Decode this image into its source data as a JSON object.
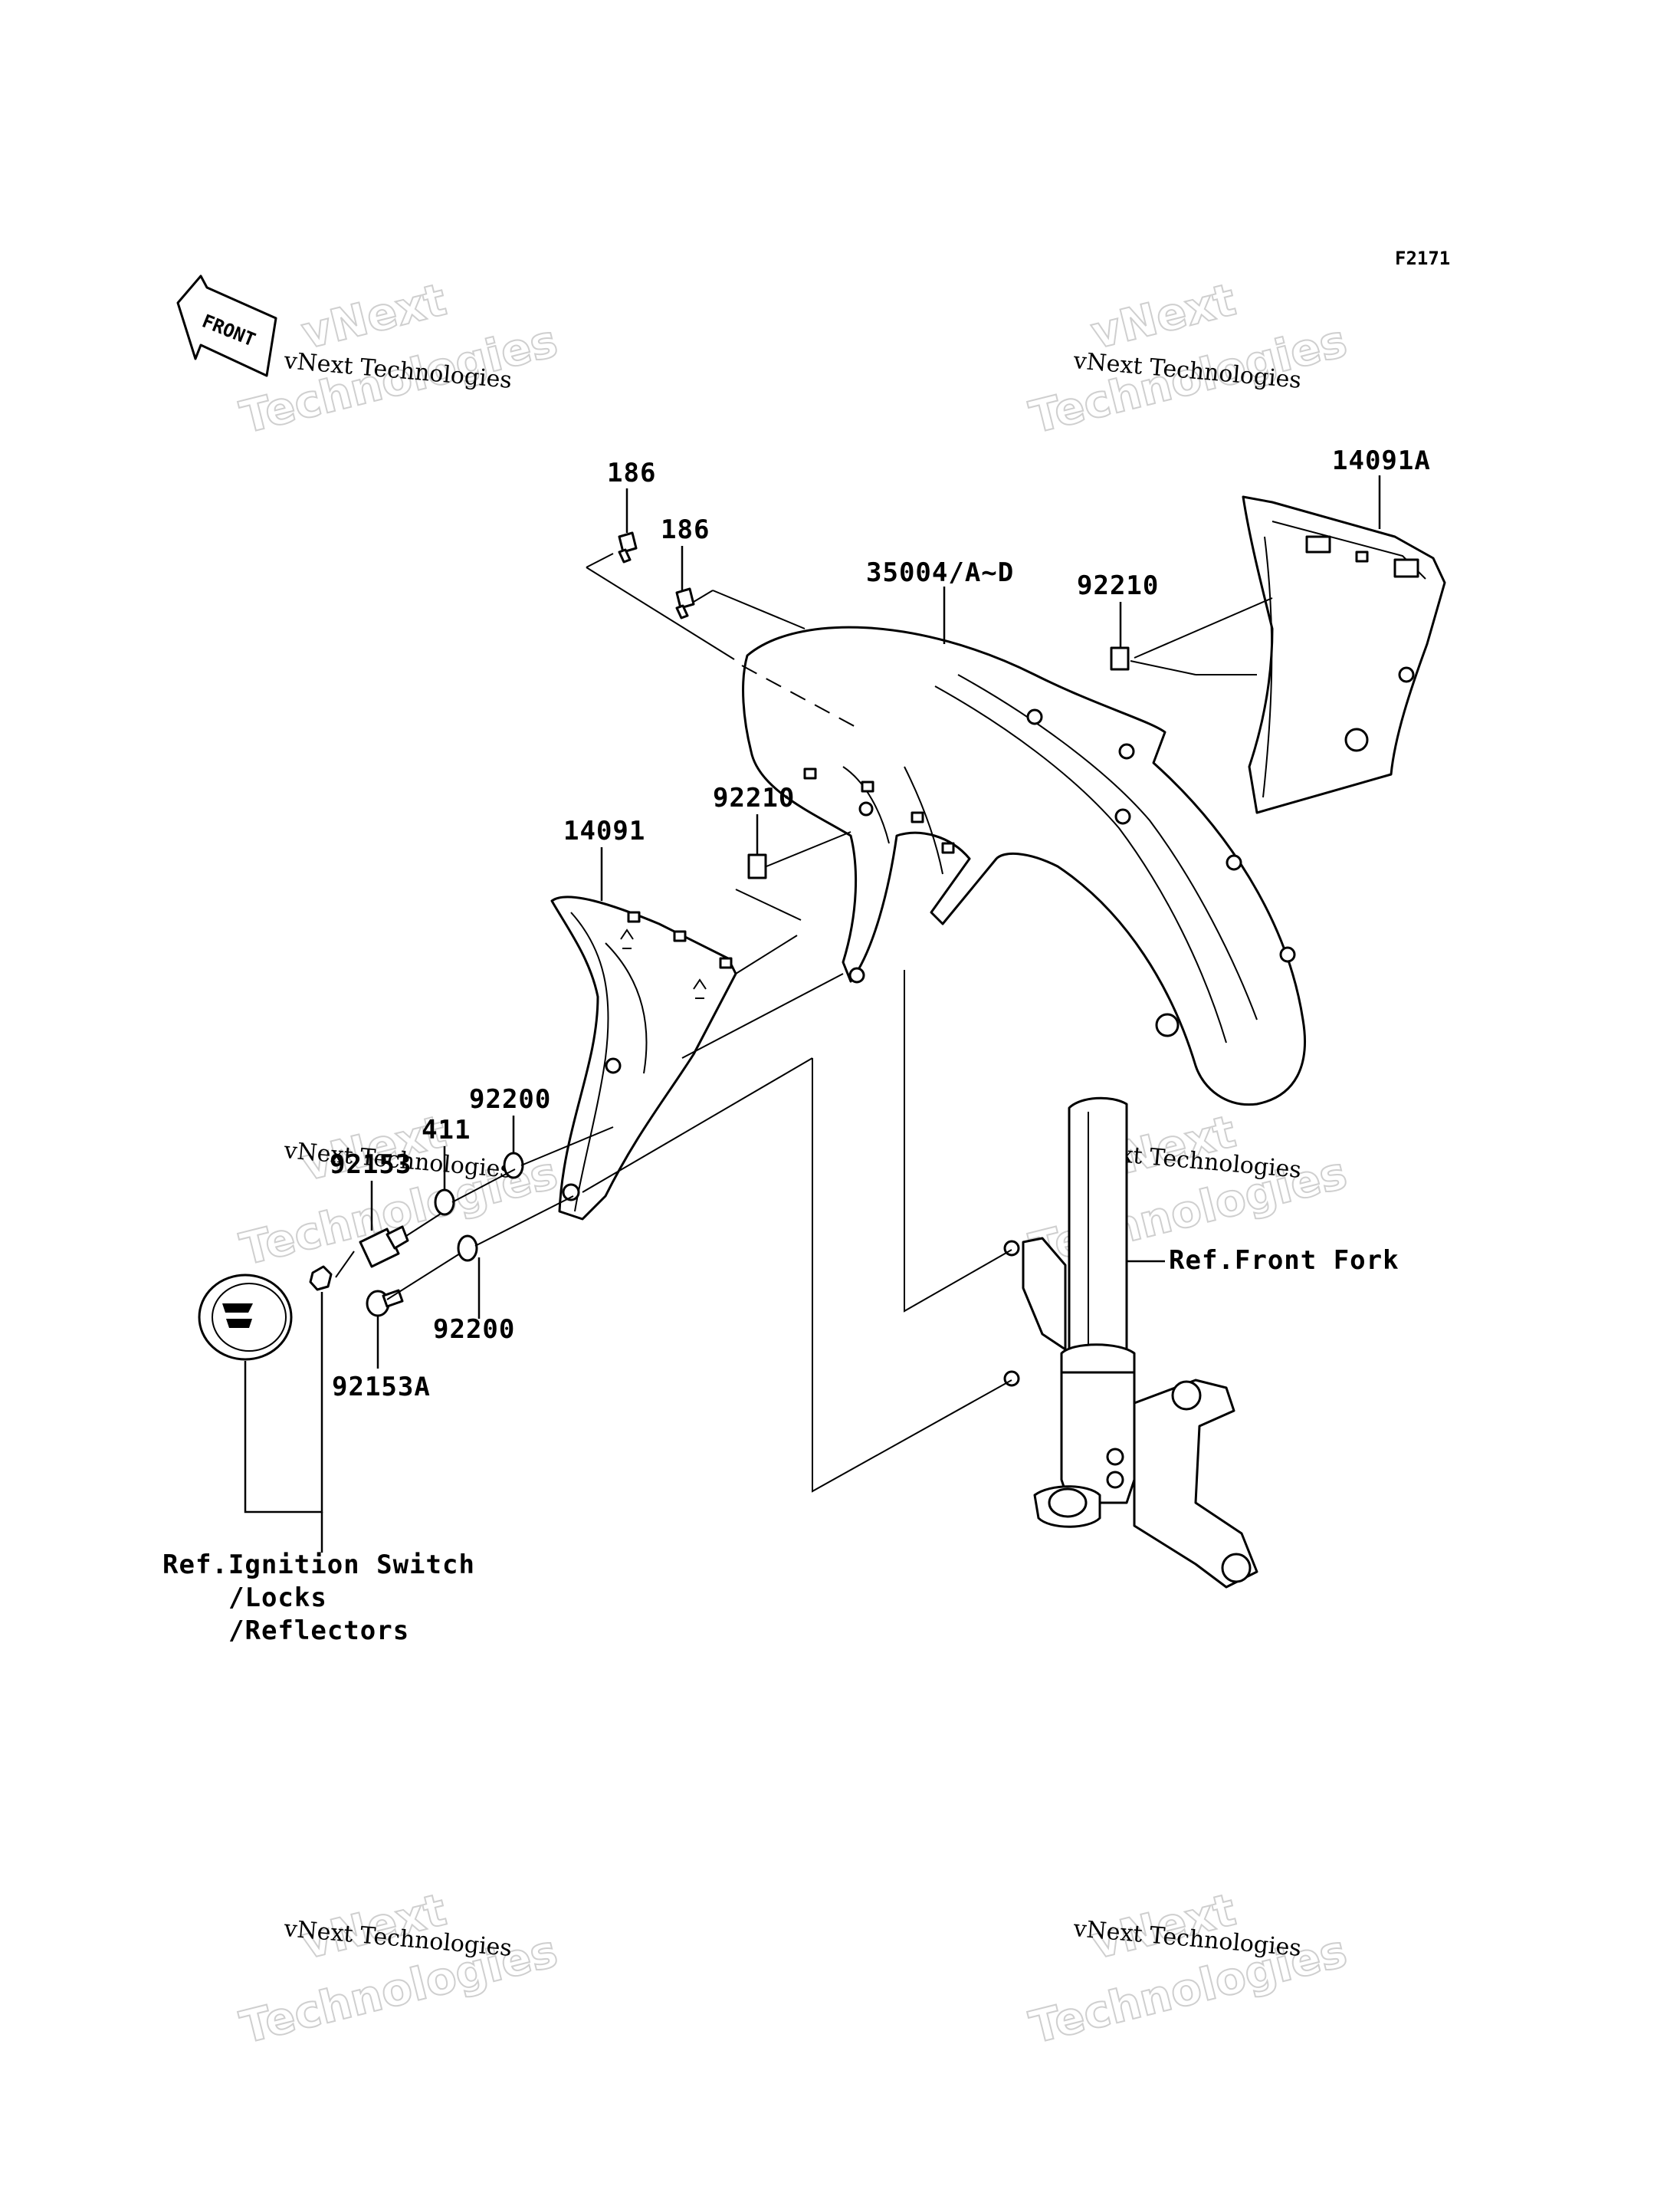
{
  "diagram_code": "F2171",
  "front_badge": "FRONT",
  "watermark": {
    "company": "vNext Technologies",
    "line1": "vNext",
    "line2": "Technologies"
  },
  "callouts": {
    "bolt_186_a": "186",
    "bolt_186_b": "186",
    "fender_front": "35004/A~D",
    "nut_92210_right": "92210",
    "cover_14091A": "14091A",
    "nut_92210_left": "92210",
    "cover_14091": "14091",
    "washer_92200_top": "92200",
    "washer_411": "411",
    "bolt_92153": "92153",
    "washer_92200_bottom": "92200",
    "bolt_92153A": "92153A",
    "ref_front_fork": "Ref.Front Fork"
  },
  "reference_note": {
    "line1": "Ref.Ignition Switch",
    "line2": "/Locks",
    "line3": "/Reflectors"
  }
}
